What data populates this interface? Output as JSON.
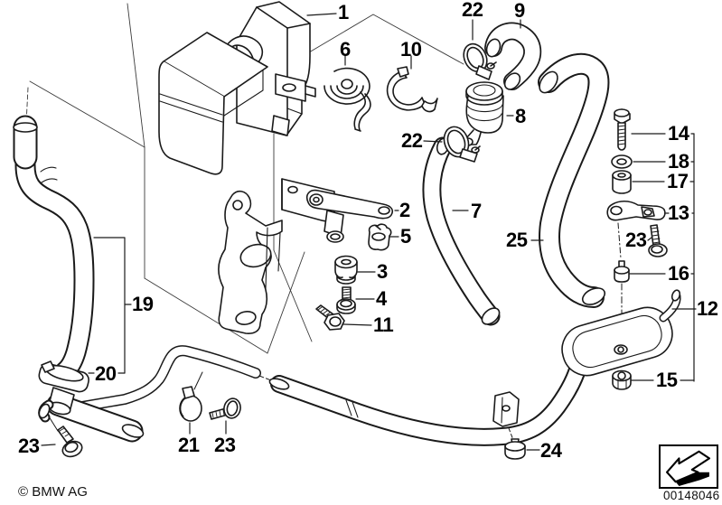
{
  "callouts": {
    "part1": "1",
    "part2": "2",
    "part3": "3",
    "part4": "4",
    "part5": "5",
    "part6": "6",
    "part7": "7",
    "part8": "8",
    "part9": "9",
    "part10": "10",
    "part11": "11",
    "part12": "12",
    "part13": "13",
    "part14": "14",
    "part15": "15",
    "part16": "16",
    "part17": "17",
    "part18": "18",
    "part19": "19",
    "part20": "20",
    "part21": "21",
    "part22_top": "22",
    "part22_mid": "22",
    "part23_right": "23",
    "part23_left": "23",
    "part23_mid": "23",
    "part24": "24",
    "part25": "25"
  },
  "footer": {
    "copyright": "© BMW AG",
    "image_number": "00148046"
  }
}
